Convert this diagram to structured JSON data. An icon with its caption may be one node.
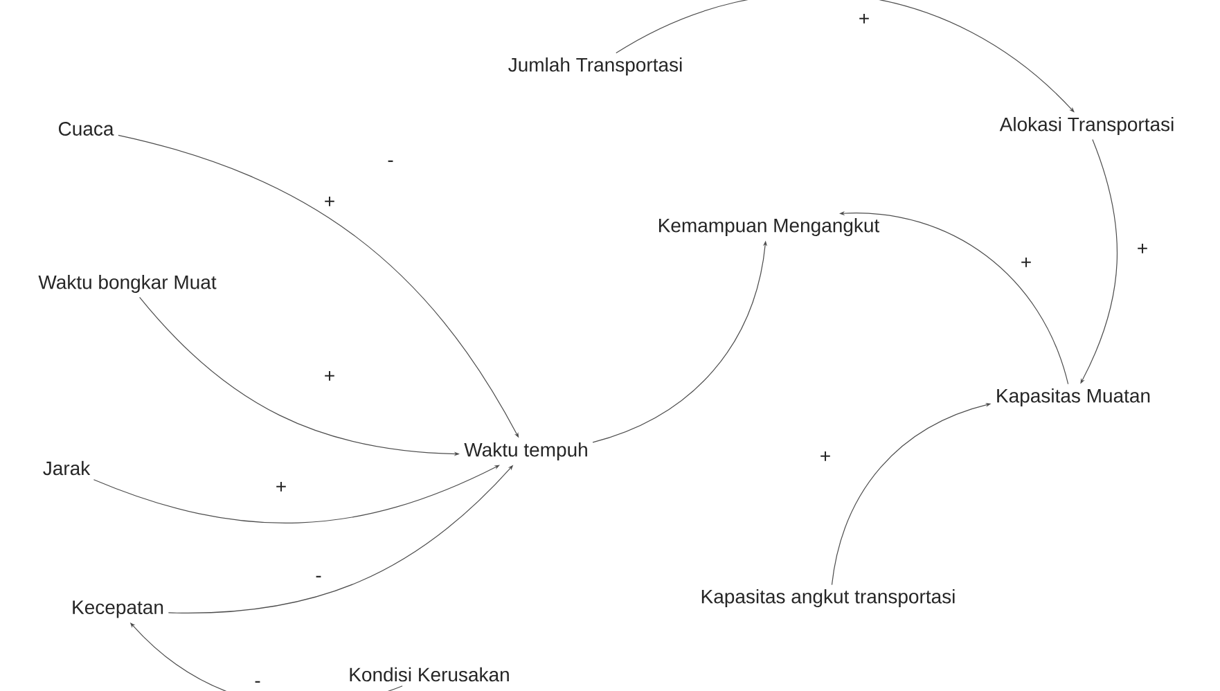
{
  "diagram": {
    "nodes": [
      {
        "text": [
          "Cuaca"
        ]
      },
      {
        "text": [
          "Waktu bongkar Muat"
        ]
      },
      {
        "text": [
          "Jarak"
        ]
      },
      {
        "text": [
          "Kecepatan"
        ]
      },
      {
        "text": [
          "Kondisi Kerusakan"
        ]
      },
      {
        "text": [
          "Waktu tempuh"
        ]
      },
      {
        "text": [
          "Kemampuan Mengangkut"
        ]
      },
      {
        "text": [
          "Jumlah Transportasi"
        ]
      },
      {
        "text": [
          "Alokasi Transportasi"
        ]
      },
      {
        "text": [
          "Kapasitas Muatan"
        ]
      },
      {
        "text": [
          "Kapasitas angkut transportasi"
        ]
      }
    ],
    "edges": [
      {
        "from": 0,
        "to": 5,
        "arrow": "to",
        "label": "+"
      },
      {
        "from": 1,
        "to": 5,
        "arrow": "to",
        "label": "+"
      },
      {
        "from": 2,
        "to": 5,
        "arrow": "to",
        "label": "+"
      },
      {
        "from": 3,
        "to": 5,
        "arrow": "to",
        "label": "-"
      },
      {
        "from": 4,
        "to": 3,
        "arrow": "to",
        "label": "-"
      },
      {
        "from": 5,
        "to": 6,
        "arrow": "to"
      },
      {
        "from": 7,
        "to": 8,
        "arrow": "to",
        "label": "+"
      },
      {
        "from": 8,
        "to": 9,
        "arrow": "to",
        "label": "+"
      },
      {
        "from": 9,
        "to": 6,
        "arrow": "to",
        "label": "+"
      },
      {
        "from": 10,
        "to": 9,
        "arrow": "to",
        "label": "+"
      }
    ],
    "labels": [
      "-"
    ]
  }
}
